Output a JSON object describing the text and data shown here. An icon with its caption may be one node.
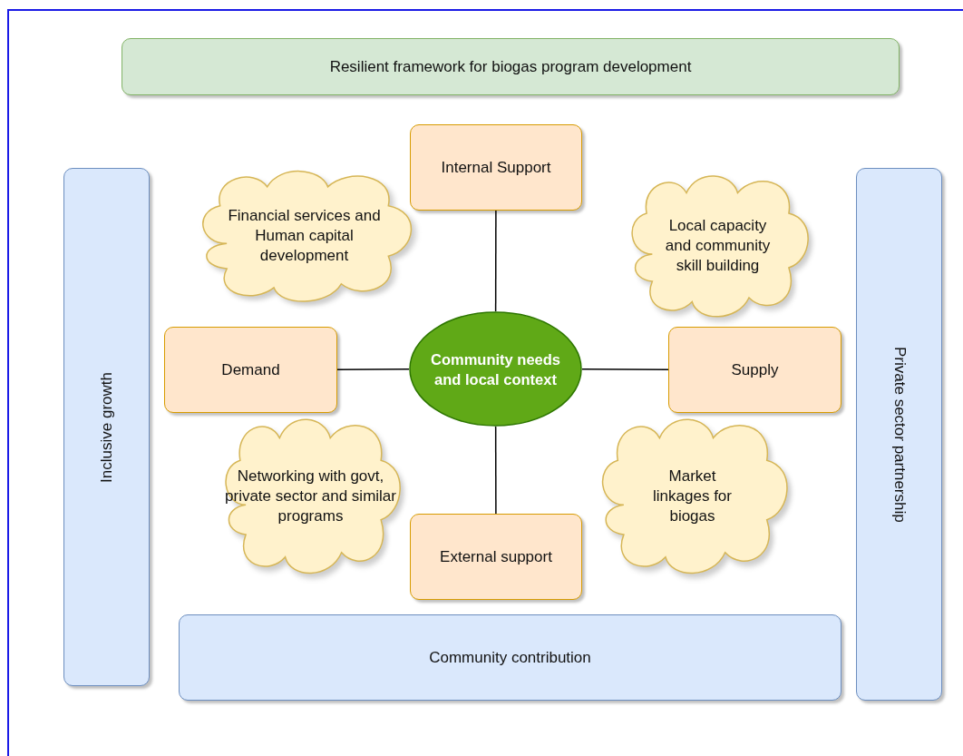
{
  "diagram": {
    "nodes": [
      {
        "text": [
          "Resilient framework for biogas program development"
        ]
      },
      {
        "text": [
          "Internal Support"
        ]
      },
      {
        "text": [
          "Financial services and Human capital development"
        ]
      },
      {
        "text": [
          "Local capacity and community skill building"
        ]
      },
      {
        "text": [
          "Inclusive growth"
        ]
      },
      {
        "text": [
          "Private sector partnership"
        ]
      },
      {
        "text": [
          "Demand"
        ]
      },
      {
        "text": [
          "Community needs and local context"
        ]
      },
      {
        "text": [
          "Supply"
        ]
      },
      {
        "text": [
          "Networking with govt, private sector and similar programs"
        ]
      },
      {
        "text": [
          "Market linkages for biogas"
        ]
      },
      {
        "text": [
          "External support"
        ]
      },
      {
        "text": [
          "Community contribution"
        ]
      }
    ],
    "edges": [
      {
        "from": 7,
        "to": 1,
        "arrow": "none"
      },
      {
        "from": 7,
        "to": 6,
        "arrow": "none"
      },
      {
        "from": 7,
        "to": 8,
        "arrow": "none"
      },
      {
        "from": 7,
        "to": 11,
        "arrow": "none"
      }
    ]
  }
}
